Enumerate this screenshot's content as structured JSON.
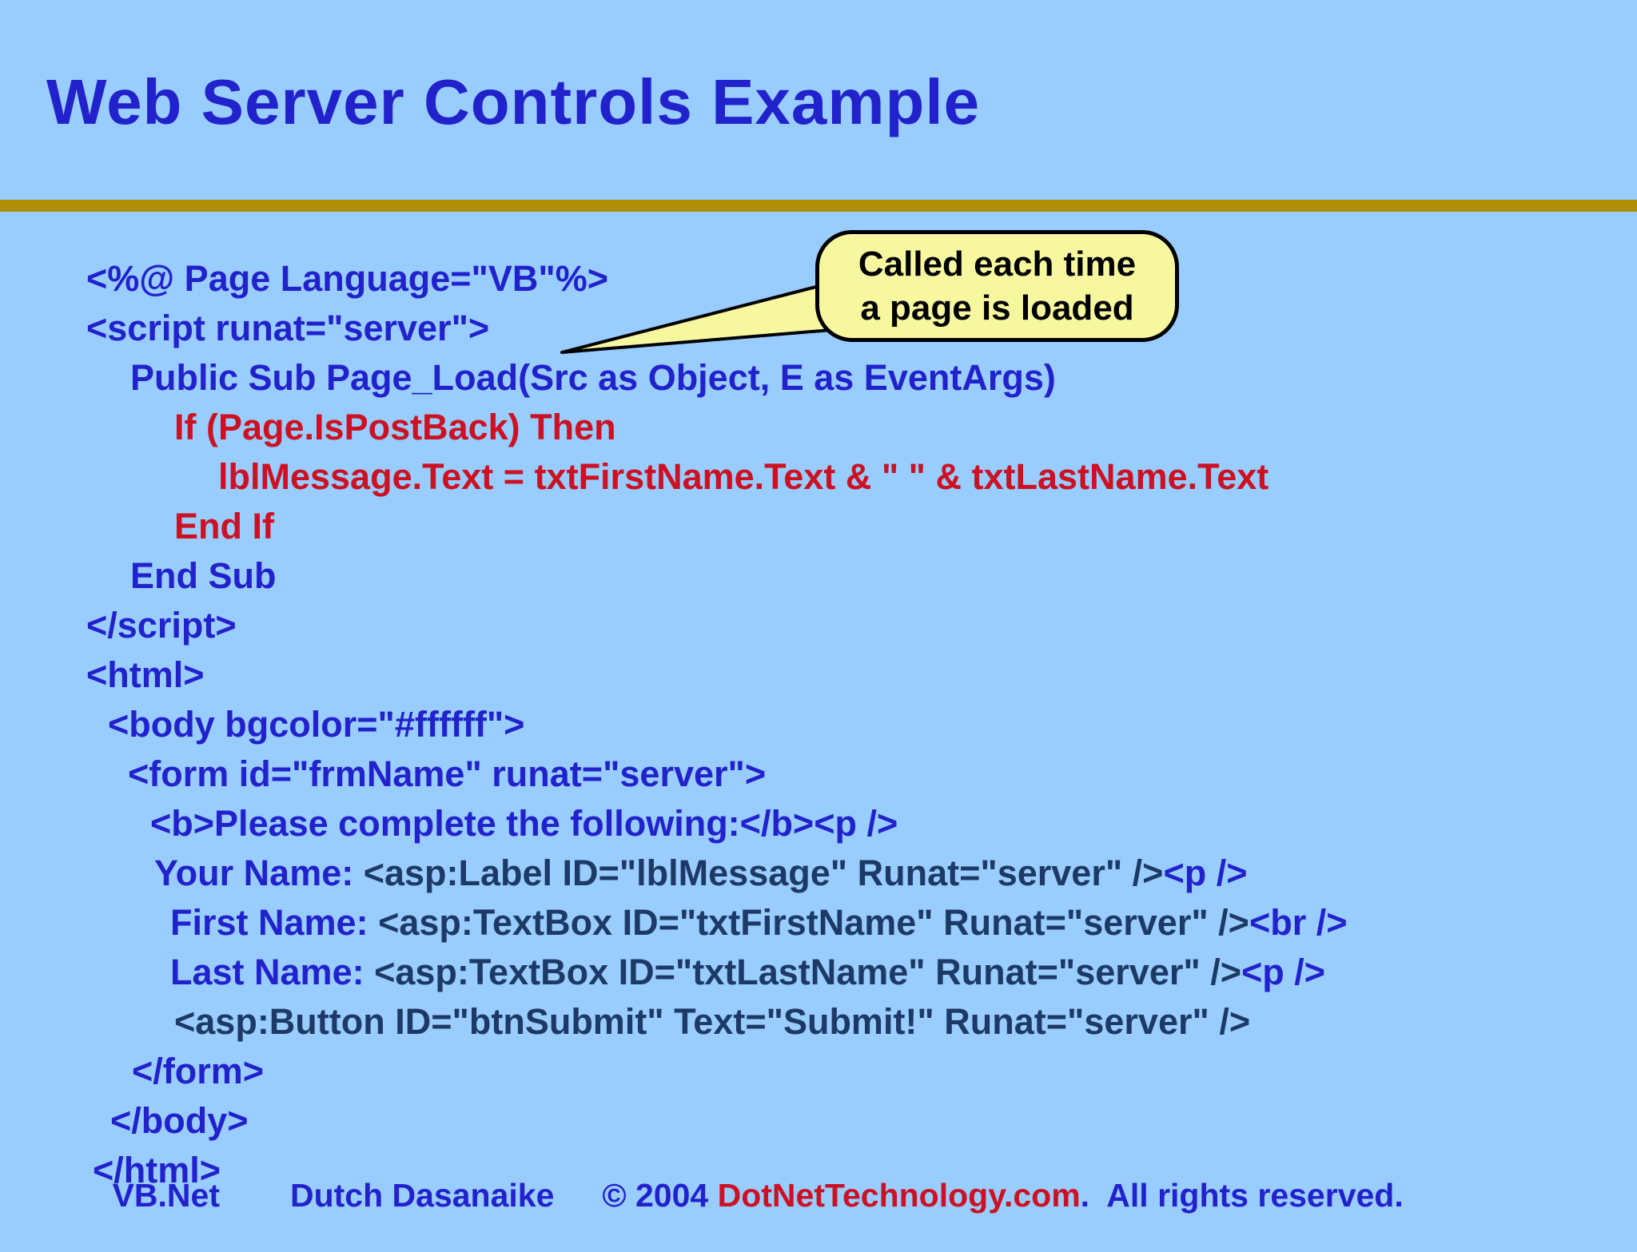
{
  "title": "Web Server Controls Example",
  "colors": {
    "bg": "#99CCFF",
    "blue": "#2222CC",
    "red": "#CC1122",
    "navy": "#1D3A66",
    "gold": "#B08E08",
    "callout": "#F7F7A0"
  },
  "callout": {
    "line1": "Called each time",
    "line2": "a page is loaded"
  },
  "code_lines": [
    {
      "indent": 0,
      "segments": [
        {
          "t": "<%@ Page Language=\"VB\"%>",
          "c": "blue"
        }
      ]
    },
    {
      "indent": 0,
      "segments": [
        {
          "t": "<script runat=\"server\">",
          "c": "blue"
        }
      ]
    },
    {
      "indent": 55,
      "segments": [
        {
          "t": "Public Sub Page_Load(Src as Object, E as EventArgs)",
          "c": "blue"
        }
      ]
    },
    {
      "indent": 110,
      "segments": [
        {
          "t": "If (Page.IsPostBack) Then",
          "c": "red"
        }
      ]
    },
    {
      "indent": 165,
      "segments": [
        {
          "t": "lblMessage.Text = txtFirstName.Text & \" \" & txtLastName.Text",
          "c": "red"
        }
      ]
    },
    {
      "indent": 110,
      "segments": [
        {
          "t": "End If",
          "c": "red"
        }
      ]
    },
    {
      "indent": 55,
      "segments": [
        {
          "t": "End Sub",
          "c": "blue"
        }
      ]
    },
    {
      "indent": 0,
      "segments": [
        {
          "t": "</script>",
          "c": "blue"
        }
      ]
    },
    {
      "indent": 0,
      "segments": [
        {
          "t": "<html>",
          "c": "blue"
        }
      ]
    },
    {
      "indent": 27,
      "segments": [
        {
          "t": "<body bgcolor=\"#ffffff\">",
          "c": "blue"
        }
      ]
    },
    {
      "indent": 52,
      "segments": [
        {
          "t": "<form id=\"frmName\" runat=\"server\">",
          "c": "blue"
        }
      ]
    },
    {
      "indent": 80,
      "segments": [
        {
          "t": "<b>Please complete the following:</b><p />",
          "c": "blue"
        }
      ]
    },
    {
      "indent": 85,
      "segments": [
        {
          "t": "Your Name: ",
          "c": "blue"
        },
        {
          "t": "<asp:Label ID=\"lblMessage\" Runat=\"server\" />",
          "c": "navy"
        },
        {
          "t": "<p />",
          "c": "blue"
        }
      ]
    },
    {
      "indent": 105,
      "segments": [
        {
          "t": "First Name: ",
          "c": "blue"
        },
        {
          "t": "<asp:TextBox ID=\"txtFirstName\" Runat=\"server\" />",
          "c": "navy"
        },
        {
          "t": "<br />",
          "c": "blue"
        }
      ]
    },
    {
      "indent": 105,
      "segments": [
        {
          "t": "Last Name: ",
          "c": "blue"
        },
        {
          "t": "<asp:TextBox ID=\"txtLastName\" Runat=\"server\" />",
          "c": "navy"
        },
        {
          "t": "<p />",
          "c": "blue"
        }
      ]
    },
    {
      "indent": 110,
      "segments": [
        {
          "t": "<asp:Button ID=\"btnSubmit\" Text=\"Submit!\" Runat=\"server\" />",
          "c": "navy"
        }
      ]
    },
    {
      "indent": 57,
      "segments": [
        {
          "t": "</form>",
          "c": "blue"
        }
      ]
    },
    {
      "indent": 30,
      "segments": [
        {
          "t": "</body>",
          "c": "blue"
        }
      ]
    },
    {
      "indent": 8,
      "segments": [
        {
          "t": "</html>",
          "c": "blue"
        }
      ]
    }
  ],
  "footer": {
    "product": "VB.Net",
    "author": "Dutch Dasanaike",
    "copyright": "© 2004 ",
    "site": "DotNetTechnology.com",
    "rights": ".  All rights reserved."
  }
}
